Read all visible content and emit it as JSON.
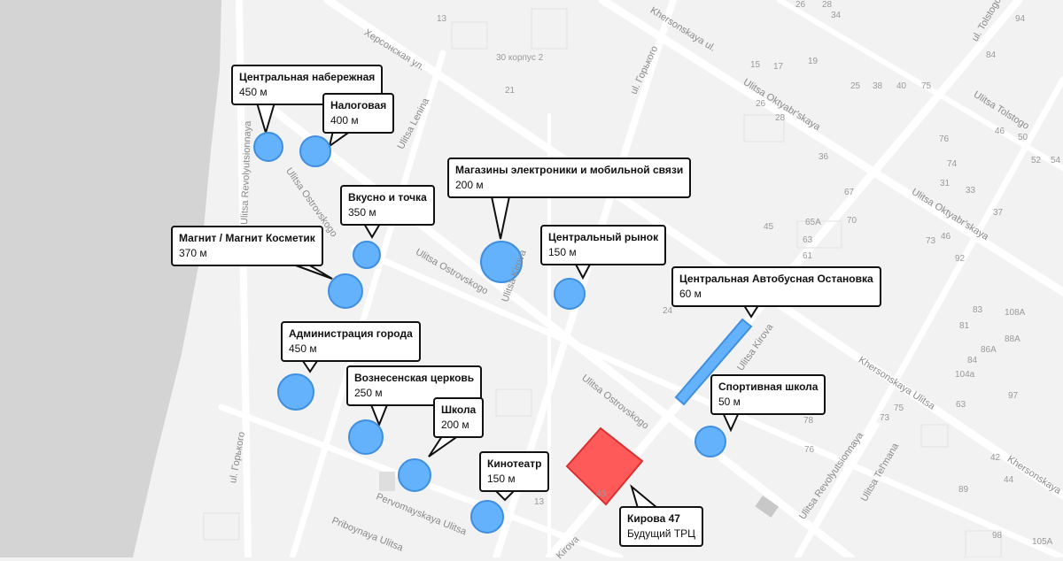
{
  "colors": {
    "marker_fill": "#64b2fb",
    "marker_stroke": "#3f8fe0",
    "target_fill": "#ff5a5a",
    "target_stroke": "#d93030",
    "water": "#d4d4d4",
    "land": "#f2f2f2",
    "road": "#ffffff"
  },
  "streets": [
    "Khersonskaya ul.",
    "Херсонская ул.",
    "Ulitsa Lenina",
    "Ulitsa Ostrovskogo",
    "Ulitsa Ostrovskogo",
    "Ulitsa Ostrovskogo",
    "Ulitsa Revolyutsionnaya",
    "Ulitsa Revolyutsionnaya",
    "ul. Горького",
    "ul. Горького",
    "Ulitsa Kirova",
    "Ulitsa Kirova",
    "Ulitsa Oktyabr'skaya",
    "Ulitsa Oktyabr'skaya",
    "Ulitsa Tolstogo",
    "Khersonskaya Ulitsa",
    "Khersonskaya",
    "Ulitsa Tel'mana",
    "Pervomayskaya Ulitsa",
    "Priboynaya Ulitsa",
    "Kirova",
    "ul. Tolstogo"
  ],
  "house_numbers": [
    "13",
    "30 корпус 2",
    "21",
    "26",
    "28",
    "15",
    "17",
    "19",
    "34",
    "38",
    "40",
    "75",
    "25",
    "28",
    "26",
    "36",
    "67",
    "65A",
    "45",
    "63",
    "61",
    "70",
    "73",
    "24",
    "76",
    "74",
    "31",
    "33",
    "37",
    "46",
    "92",
    "50",
    "52",
    "54",
    "84",
    "94",
    "46",
    "83",
    "108A",
    "81",
    "88A",
    "84",
    "86A",
    "104a",
    "97",
    "63",
    "78",
    "76",
    "73",
    "75",
    "42",
    "44",
    "89",
    "98",
    "105A",
    "13",
    "43"
  ],
  "places": [
    {
      "name": "Центральная набережная",
      "distance": "450 м"
    },
    {
      "name": "Налоговая",
      "distance": "400 м"
    },
    {
      "name": "Магазины электроники и мобильной связи",
      "distance": "200 м"
    },
    {
      "name": "Вкусно и точка",
      "distance": "350 м"
    },
    {
      "name": "Магнит / Магнит Косметик",
      "distance": "370 м"
    },
    {
      "name": "Центральный рынок",
      "distance": "150 м"
    },
    {
      "name": "Центральная Автобусная Остановка",
      "distance": "60 м"
    },
    {
      "name": "Администрация города",
      "distance": "450 м"
    },
    {
      "name": "Вознесенская церковь",
      "distance": "250 м"
    },
    {
      "name": "Школа",
      "distance": "200 м"
    },
    {
      "name": "Кинотеатр",
      "distance": "150 м"
    },
    {
      "name": "Спортивная школа",
      "distance": "50 м"
    }
  ],
  "target": {
    "name": "Кирова 47",
    "subtitle": "Будущий ТРЦ"
  }
}
